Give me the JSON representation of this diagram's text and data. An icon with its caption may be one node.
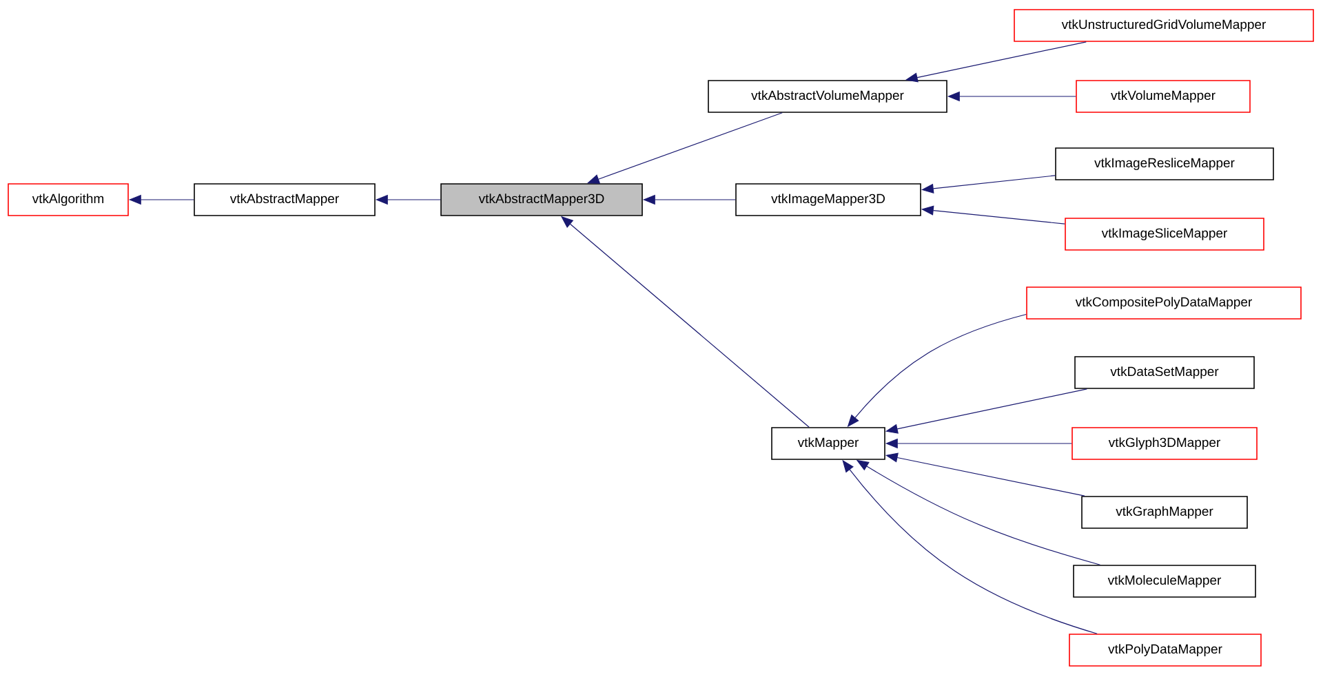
{
  "diagram": {
    "nodes": [
      {
        "text": [
          "vtkAlgorithm"
        ]
      },
      {
        "text": [
          "vtkAbstractMapper"
        ]
      },
      {
        "text": [
          "vtkAbstractMapper3D"
        ]
      },
      {
        "text": [
          "vtkAbstractVolumeMapper"
        ]
      },
      {
        "text": [
          "vtkUnstructuredGridVolumeMapper"
        ]
      },
      {
        "text": [
          "vtkVolumeMapper"
        ]
      },
      {
        "text": [
          "vtkImageMapper3D"
        ]
      },
      {
        "text": [
          "vtkImageResliceMapper"
        ]
      },
      {
        "text": [
          "vtkImageSliceMapper"
        ]
      },
      {
        "text": [
          "vtkMapper"
        ]
      },
      {
        "text": [
          "vtkCompositePolyDataMapper"
        ]
      },
      {
        "text": [
          "vtkDataSetMapper"
        ]
      },
      {
        "text": [
          "vtkGlyph3DMapper"
        ]
      },
      {
        "text": [
          "vtkGraphMapper"
        ]
      },
      {
        "text": [
          "vtkMoleculeMapper"
        ]
      },
      {
        "text": [
          "vtkPolyDataMapper"
        ]
      }
    ],
    "edges": [
      {
        "from": 1,
        "to": 0,
        "arrow": "to"
      },
      {
        "from": 2,
        "to": 1,
        "arrow": "to"
      },
      {
        "from": 3,
        "to": 2,
        "arrow": "to"
      },
      {
        "from": 4,
        "to": 3,
        "arrow": "to"
      },
      {
        "from": 5,
        "to": 3,
        "arrow": "to"
      },
      {
        "from": 6,
        "to": 2,
        "arrow": "to"
      },
      {
        "from": 7,
        "to": 6,
        "arrow": "to"
      },
      {
        "from": 8,
        "to": 6,
        "arrow": "to"
      },
      {
        "from": 9,
        "to": 2,
        "arrow": "to"
      },
      {
        "from": 10,
        "to": 9,
        "arrow": "to"
      },
      {
        "from": 11,
        "to": 9,
        "arrow": "to"
      },
      {
        "from": 12,
        "to": 9,
        "arrow": "to"
      },
      {
        "from": 13,
        "to": 9,
        "arrow": "to"
      },
      {
        "from": 14,
        "to": 9,
        "arrow": "to"
      },
      {
        "from": 15,
        "to": 9,
        "arrow": "to"
      }
    ]
  }
}
